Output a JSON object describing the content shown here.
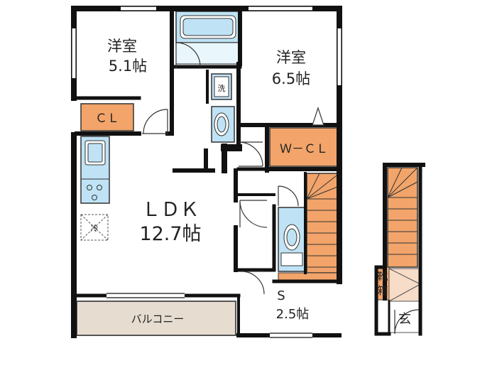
{
  "rooms": {
    "western_room_1": {
      "name": "洋室",
      "size": "5.1帖"
    },
    "western_room_2": {
      "name": "洋室",
      "size": "6.5帖"
    },
    "ldk": {
      "name": "ＬＤＫ",
      "size": "12.7帖"
    },
    "service_room": {
      "name": "S",
      "size": "2.5帖"
    },
    "closet": "ＣＬ",
    "walk_in_closet": "Ｗ－ＣＬ",
    "balcony": "バルコニー",
    "washer": "洗",
    "refrigerator": "冷",
    "shoe_box_line1": "靴",
    "shoe_box_line2": "箱",
    "entrance": "玄"
  },
  "colors": {
    "wall": "#111111",
    "closet_fill": "#f2a46a",
    "stairs_fill": "#f2a46a",
    "fixture_fill": "#bfe3f5",
    "balcony_fill": "#e6ddd0",
    "entrance_fill": "#f7dcc8"
  }
}
